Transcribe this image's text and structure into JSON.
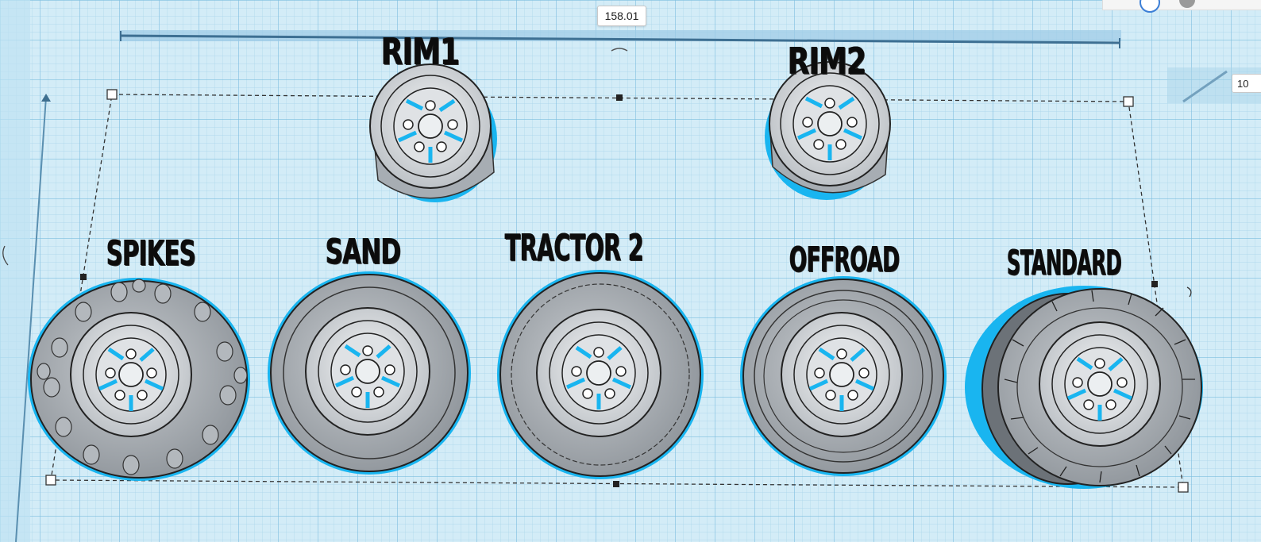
{
  "dimension_top": "158.01",
  "dimension_side": "10",
  "labels": {
    "rim1": "RIM1",
    "rim2": "RIM2",
    "spikes": "SPIKES",
    "sand": "SAND",
    "tractor2": "TRACTOR 2",
    "offroad": "OFFROAD",
    "standard": "STANDARD"
  },
  "colors": {
    "grid_bg": "#cfe9f5",
    "grid_line": "#9fd0e8",
    "selection_outline": "#19b5f0",
    "model_gray": "#a8adb2",
    "label_black": "#0c0c0c"
  }
}
